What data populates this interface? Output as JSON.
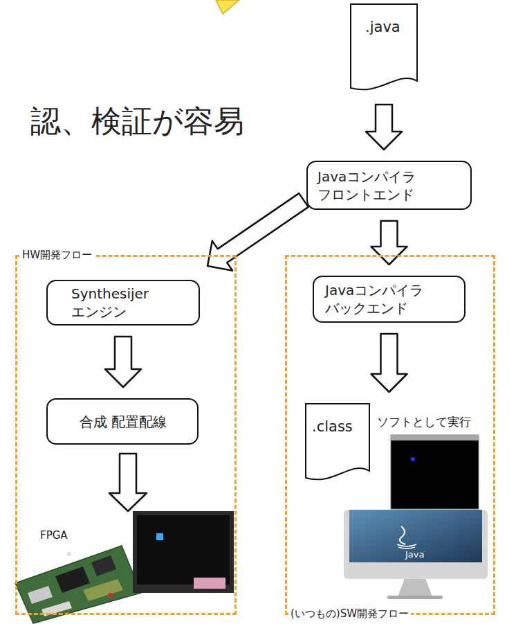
{
  "diagram": {
    "nodes": [
      {
        "text": [
          ".java"
        ]
      },
      {
        "text": [
          "Javaコンパイラ フロントエンド"
        ]
      },
      {
        "text": [
          "HW開発フロー"
        ]
      },
      {
        "text": [
          "Synthesijer エンジン"
        ],
        "in": 2
      },
      {
        "text": [
          "合成 配置配線"
        ],
        "in": 2
      },
      {
        "text": [
          "(いつもの)SW開発フロー"
        ]
      },
      {
        "text": [
          "Javaコンパイラ バックエンド"
        ],
        "in": 5
      },
      {
        "text": [
          ".class"
        ],
        "in": 5
      }
    ],
    "edges": [
      {
        "from": 0,
        "to": 1,
        "arrow": "to"
      },
      {
        "from": 1,
        "to": 2,
        "arrow": "to"
      },
      {
        "from": 1,
        "to": 6,
        "arrow": "to"
      },
      {
        "from": 3,
        "to": 4,
        "arrow": "to"
      },
      {
        "from": 6,
        "to": 7,
        "arrow": "to"
      }
    ],
    "labels": [
      "認、検証が容易",
      "FPGA",
      "ソフトとして実行",
      "Java"
    ]
  }
}
